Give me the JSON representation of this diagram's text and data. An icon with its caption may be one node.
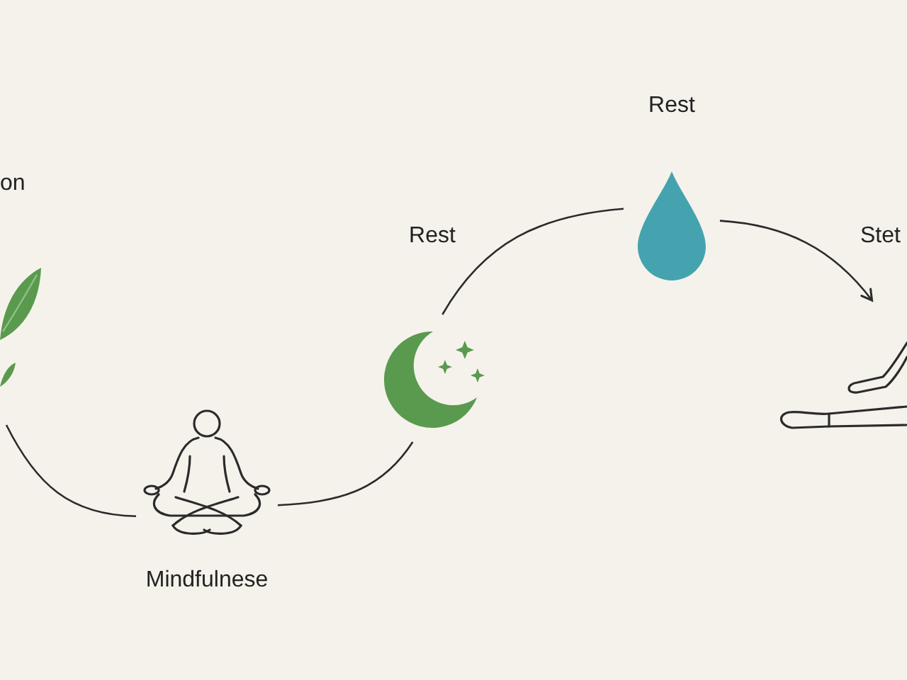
{
  "diagram": {
    "nodes": [
      {
        "text": [],
        "shape": "picture",
        "beside": [
          "on"
        ]
      },
      {
        "text": [],
        "shape": "picture",
        "beside": [
          "Mindfulnese"
        ]
      },
      {
        "text": [],
        "shape": "picture",
        "beside": [
          "Rest"
        ]
      },
      {
        "text": [],
        "shape": "picture",
        "beside": [
          "Rest"
        ]
      },
      {
        "text": [],
        "shape": "picture"
      }
    ],
    "edges": [
      {
        "from": 0,
        "to": 1,
        "arrow": "none"
      },
      {
        "from": 1,
        "to": 2,
        "arrow": "none"
      },
      {
        "from": 2,
        "to": 3,
        "arrow": "none"
      },
      {
        "from": 3,
        "to": 4,
        "arrow": "to"
      }
    ],
    "labels": [
      "Stet"
    ]
  }
}
